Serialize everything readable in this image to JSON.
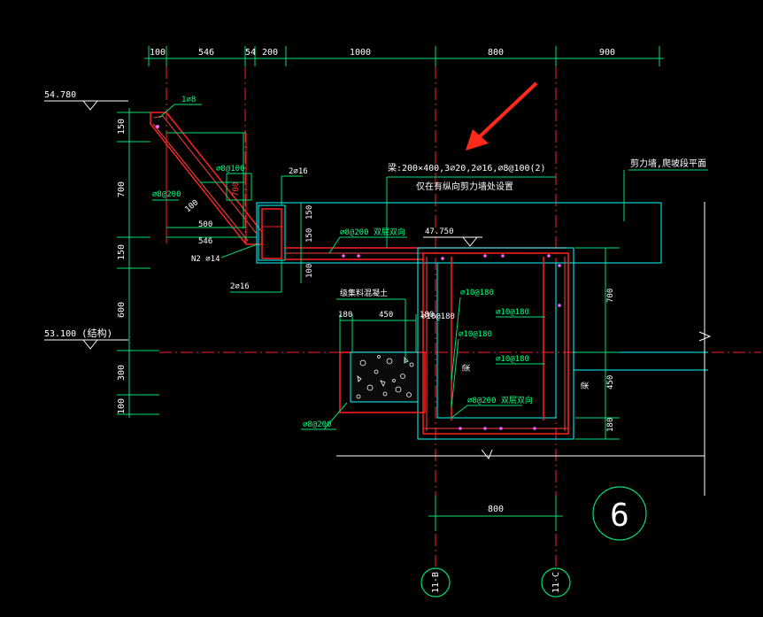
{
  "colors": {
    "background": "#000000",
    "dimension": "#00e070",
    "concrete": "#00ffff",
    "rebar": "#ff2020",
    "text": "#ffffff",
    "annotation": "#ffff40",
    "arrow": "#ff2a1a",
    "axis": "#00c060"
  },
  "top_dims": [
    "100",
    "546",
    "54",
    "200",
    "1000",
    "800",
    "900"
  ],
  "left_dims": [
    "150",
    "700",
    "150",
    "600",
    "300",
    "100"
  ],
  "elevations": {
    "top": "54.780",
    "bottom": "53.100",
    "bottom_note": "(结构)",
    "mid": "47.750"
  },
  "beam_callout": {
    "line1": "梁:200×400,3⌀20,2⌀16,⌀8@100(2)",
    "line2": "仅在有纵向剪力墙处设置"
  },
  "right_note": "剪力墙,爬坡段平面",
  "labels": {
    "top_bar": "1⌀8",
    "diag_a": "⌀8@100",
    "diag_b": "⌀8@200",
    "diag_100": "100",
    "diag_700": "700",
    "bot_500": "500",
    "bot_546": "546",
    "n2": "N2 ⌀14",
    "top_2d16": "2⌀16",
    "bot_2d16": "2⌀16",
    "d150a": "150",
    "d150b": "150",
    "d100": "100",
    "slab_bars": "⌀8@200 双层双向",
    "fill": "级集料混凝土",
    "fill_180": "180",
    "fill_450": "450",
    "fill_180b": "180",
    "col_bar1": "⌀10@180",
    "col_bar2": "⌀10@180",
    "col_bar3": "⌀10@180",
    "col_bar4": "⌀10@180",
    "col_bar5": "⌀10@180",
    "base_bars": "⌀8@200 双层双向",
    "beam_word": "梁",
    "beam_word2": "梁",
    "pit_bar": "⌀8@200",
    "right_700": "700",
    "right_450": "450",
    "right_180": "180"
  },
  "bottom_dim": "800",
  "axes": [
    "11-B",
    "11-C"
  ],
  "detail_number": "6"
}
